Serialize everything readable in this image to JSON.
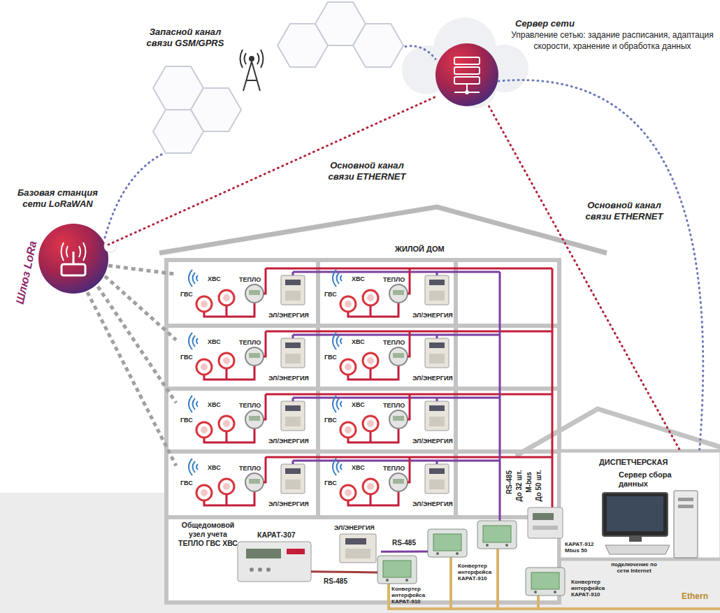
{
  "diagram": {
    "nodes": [
      {
        "text": [
          "Запасной канал связи GSM/GPRS"
        ]
      },
      {
        "text": [
          "Сервер сети",
          "Управление сетью: задание расписания, адаптация скорости, хранение и обработка данных"
        ]
      },
      {
        "text": [
          "Базовая станция сети LoRaWAN",
          "Шлюз LoRa"
        ]
      },
      {
        "text": [
          "ЖИЛОЙ ДОМ"
        ]
      },
      {
        "text": [
          "ГВС",
          "ХВС",
          "ТЕПЛО",
          "ЭЛ/ЭНЕРГИЯ"
        ],
        "in": 3
      },
      {
        "text": [
          "ГВС",
          "ХВС",
          "ТЕПЛО",
          "ЭЛ/ЭНЕРГИЯ"
        ],
        "in": 3
      },
      {
        "text": [
          "ГВС",
          "ХВС",
          "ТЕПЛО",
          "ЭЛ/ЭНЕРГИЯ"
        ],
        "in": 3
      },
      {
        "text": [
          "ГВС",
          "ХВС",
          "ТЕПЛО",
          "ЭЛ/ЭНЕРГИЯ"
        ],
        "in": 3
      },
      {
        "text": [
          "ГВС",
          "ХВС",
          "ТЕПЛО",
          "ЭЛ/ЭНЕРГИЯ"
        ],
        "in": 3
      },
      {
        "text": [
          "ГВС",
          "ХВС",
          "ТЕПЛО",
          "ЭЛ/ЭНЕРГИЯ"
        ],
        "in": 3
      },
      {
        "text": [
          "ГВС",
          "ХВС",
          "ТЕПЛО",
          "ЭЛ/ЭНЕРГИЯ"
        ],
        "in": 3
      },
      {
        "text": [
          "ГВС",
          "ХВС",
          "ТЕПЛО",
          "ЭЛ/ЭНЕРГИЯ"
        ],
        "in": 3
      },
      {
        "text": [
          "Общедомовой узел учета ТЕПЛО ГВС ХВС",
          "КАРАТ-307"
        ],
        "in": 3
      },
      {
        "text": [
          "ЭЛ/ЭНЕРГИЯ"
        ],
        "in": 3
      },
      {
        "text": [
          "Конвертер интерфейса КАРАТ-910"
        ],
        "in": 3
      },
      {
        "text": [
          "КАРАТ-912 Mbus 50"
        ],
        "in": 3
      },
      {
        "text": [
          "Конвертер интерфейса КАРАТ-910"
        ],
        "in": 3
      },
      {
        "text": [
          "Конвертер интерфейса КАРАТ-910"
        ],
        "in": 3
      },
      {
        "text": [
          "ДИСПЕТЧЕРСКАЯ"
        ]
      },
      {
        "text": [
          "Сервер сбора данных"
        ],
        "in": 18
      }
    ],
    "edges": [
      {
        "from": 2,
        "to": 0,
        "arrow": "none"
      },
      {
        "from": 0,
        "to": 1,
        "arrow": "none"
      },
      {
        "from": 2,
        "to": 1,
        "label": "Основной канал связи ETHERNET",
        "arrow": "none"
      },
      {
        "from": 1,
        "to": 18,
        "label": "Основной канал связи ETHERNET",
        "arrow": "none"
      },
      {
        "from": 1,
        "to": 18,
        "arrow": "none"
      },
      {
        "from": 2,
        "to": 4,
        "arrow": "none"
      },
      {
        "from": 2,
        "to": 6,
        "arrow": "none"
      },
      {
        "from": 2,
        "to": 8,
        "arrow": "none"
      },
      {
        "from": 2,
        "to": 10,
        "arrow": "none"
      },
      {
        "from": 12,
        "to": 16,
        "label": "RS-485",
        "arrow": "none"
      },
      {
        "from": 13,
        "to": 14,
        "label": "RS-485",
        "arrow": "none"
      }
    ],
    "labels": [
      "RS-485",
      "До 32 шт.",
      "M-bus",
      "До 50 шт.",
      "подключение по сети Internet",
      "Ethern"
    ]
  }
}
